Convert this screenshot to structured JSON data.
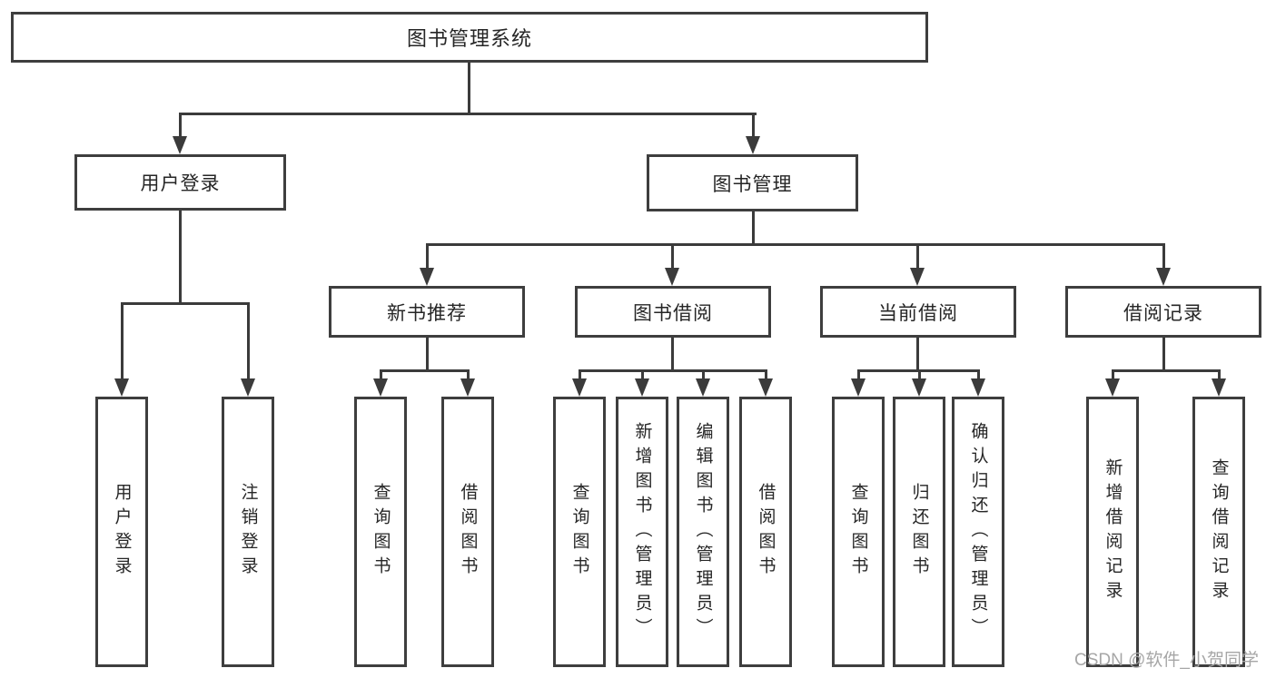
{
  "diagram": {
    "root": {
      "label": "图书管理系统"
    },
    "level2": [
      {
        "label": "用户登录"
      },
      {
        "label": "图书管理"
      }
    ],
    "level3": [
      {
        "label": "新书推荐"
      },
      {
        "label": "图书借阅"
      },
      {
        "label": "当前借阅"
      },
      {
        "label": "借阅记录"
      }
    ],
    "leaves": {
      "user_login": [
        {
          "label": "用户登录"
        },
        {
          "label": "注销登录"
        }
      ],
      "new_book": [
        {
          "label": "查询图书"
        },
        {
          "label": "借阅图书"
        }
      ],
      "book_borrow": [
        {
          "label": "查询图书"
        },
        {
          "label": "新增图书（管理员）"
        },
        {
          "label": "编辑图书（管理员）"
        },
        {
          "label": "借阅图书"
        }
      ],
      "current_borrow": [
        {
          "label": "查询图书"
        },
        {
          "label": "归还图书"
        },
        {
          "label": "确认归还（管理员）"
        }
      ],
      "borrow_records": [
        {
          "label": "新增借阅记录"
        },
        {
          "label": "查询借阅记录"
        }
      ]
    },
    "watermark": "CSDN @软件_小贺同学",
    "colors": {
      "line": "#3b3b3b",
      "border": "#3e3e3e",
      "text": "#262626",
      "watermark": "#a6a6a6",
      "background": "#ffffff"
    }
  }
}
